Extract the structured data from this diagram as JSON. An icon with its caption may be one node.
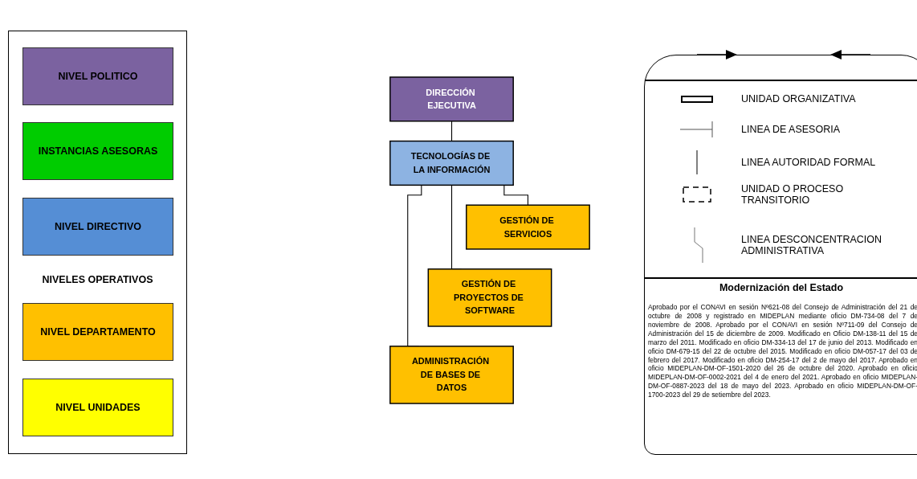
{
  "diagram": {
    "nodes": [
      {
        "text": [
          "DIRECCIÓN EJECUTIVA"
        ]
      },
      {
        "text": [
          "TECNOLOGÍAS DE LA INFORMACIÓN"
        ]
      },
      {
        "text": [
          "GESTIÓN DE SERVICIOS"
        ]
      },
      {
        "text": [
          "GESTIÓN DE PROYECTOS DE SOFTWARE"
        ]
      },
      {
        "text": [
          "ADMINISTRACIÓN DE BASES DE DATOS"
        ]
      }
    ],
    "edges": [
      {
        "from": 0,
        "to": 1,
        "arrow": "none"
      },
      {
        "from": 1,
        "to": 2,
        "arrow": "none"
      },
      {
        "from": 1,
        "to": 3,
        "arrow": "none"
      },
      {
        "from": 1,
        "to": 4,
        "arrow": "none"
      }
    ],
    "labels": [
      "NIVELES OPERATIVOS",
      "Modernización del Estado",
      "Aprobado por el CONAVI en sesión Nº621-08 del Consejo de Administración del 21 de octubre de 2008 y registrado en MIDEPLAN mediante oficio DM-734-08 del 7 de noviembre de 2008. Aprobado por el CONAVI en sesión Nº711-09 del Consejo de Administración del 15 de diciembre de 2009. Modificado en Oficio DM-138-11 del 15 de marzo del 2011. Modificado en oficio DM-334-13 del 17 de junio del 2013. Modificado en oficio DM-679-15 del 22 de octubre del 2015. Modificado en oficio DM-057-17 del 03 de febrero del 2017. Modificado en oficio DM-254-17 del 2 de mayo del 2017. Aprobado en oficio MIDEPLAN-DM-OF-1501-2020 del 26 de octubre del 2020. Aprobado en oficio MIDEPLAN-DM-OF-0002-2021 del 4 de enero del 2021. Aprobado en oficio MIDEPLAN-DM-OF-0887-2023 del 18 de mayo del 2023. Aprobado en oficio MIDEPLAN-DM-OF-1700-2023 del 29 de setiembre del 2023."
    ],
    "legend": [
      {
        "text": "NIVEL POLITICO",
        "color": "#7b62a0"
      },
      {
        "text": "INSTANCIAS ASESORAS",
        "color": "#00cc00"
      },
      {
        "text": "NIVEL DIRECTIVO",
        "color": "#558ed5"
      },
      {
        "text": "NIVEL DEPARTAMENTO",
        "color": "#ffc000"
      },
      {
        "text": "NIVEL UNIDADES",
        "color": "#ffff00"
      },
      {
        "text": "UNIDAD ORGANIZATIVA"
      },
      {
        "text": "LINEA DE ASESORIA"
      },
      {
        "text": "LINEA AUTORIDAD FORMAL"
      },
      {
        "text": "UNIDAD O PROCESO TRANSITORIO"
      },
      {
        "text": "LINEA DESCONCENTRACION ADMINISTRATIVA"
      }
    ]
  }
}
